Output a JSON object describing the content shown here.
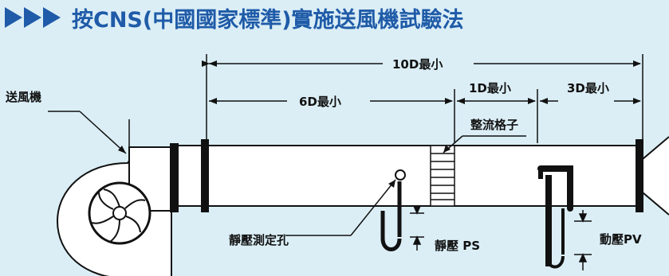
{
  "title": "按CNS(中國國家標準)實施送風機試驗法",
  "labels": {
    "fan": "送風機",
    "total_length": "10D最小",
    "upstream_length": "6D最小",
    "straightener_length": "1D最小",
    "downstream_length": "3D最小",
    "straightener": "整流格子",
    "static_hole": "靜壓測定孔",
    "static_pressure": "靜壓 PS",
    "dynamic_pressure": "動壓PV"
  },
  "colors": {
    "background": "#dbeef6",
    "title": "#1f5ba8",
    "line": "#111111"
  }
}
